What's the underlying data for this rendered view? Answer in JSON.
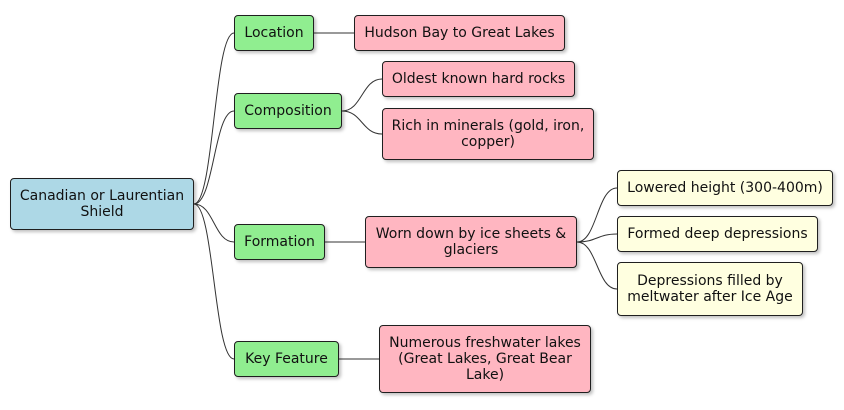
{
  "colors": {
    "root": "#add8e6",
    "branch": "#90ee90",
    "detail": "#ffb6c1",
    "subdetail": "#ffffe0"
  },
  "root": {
    "label": "Canadian or Laurentian Shield"
  },
  "branches": [
    {
      "label": "Location",
      "children": [
        {
          "label": "Hudson Bay to Great Lakes"
        }
      ]
    },
    {
      "label": "Composition",
      "children": [
        {
          "label": "Oldest known hard rocks"
        },
        {
          "label": "Rich in minerals (gold, iron, copper)"
        }
      ]
    },
    {
      "label": "Formation",
      "children": [
        {
          "label": "Worn down by ice sheets & glaciers",
          "children": [
            {
              "label": "Lowered height (300-400m)"
            },
            {
              "label": "Formed deep depressions"
            },
            {
              "label": "Depressions filled by meltwater after Ice Age"
            }
          ]
        }
      ]
    },
    {
      "label": "Key Feature",
      "children": [
        {
          "label": "Numerous freshwater lakes (Great Lakes, Great Bear Lake)"
        }
      ]
    }
  ]
}
